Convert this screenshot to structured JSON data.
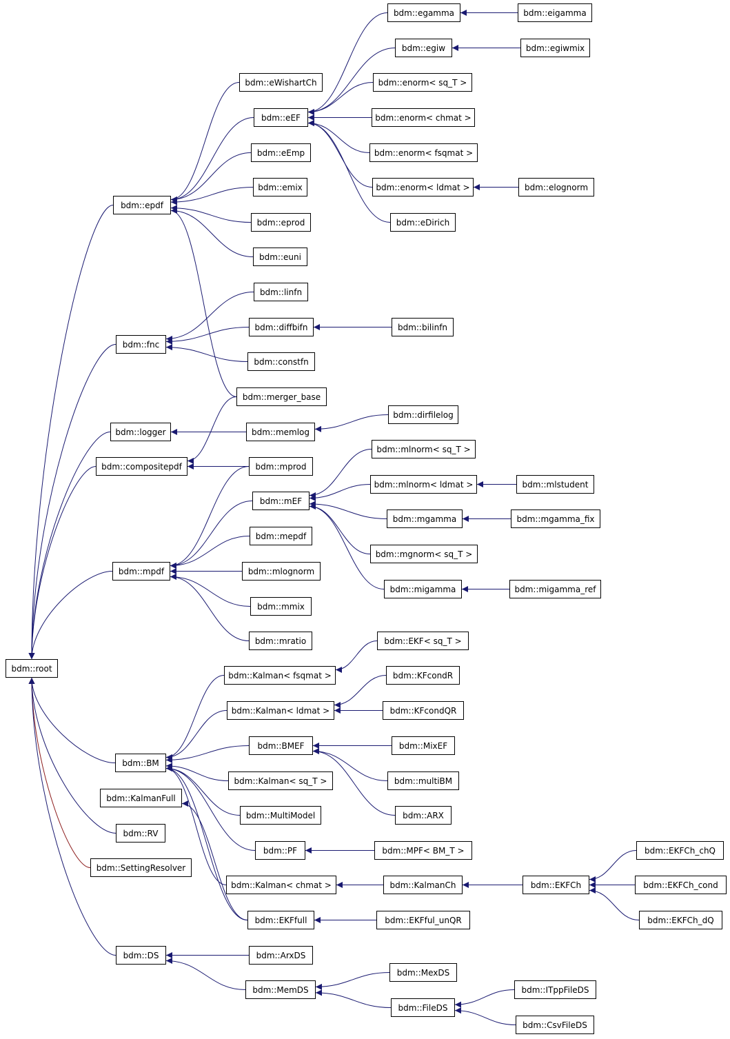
{
  "colors": {
    "edge": "#191970",
    "edge_root_alt": "#8b1a1a",
    "node_border": "#000000",
    "background": "#ffffff"
  },
  "nodes": {
    "root": "bdm::root",
    "epdf": "bdm::epdf",
    "eWishartCh": "bdm::eWishartCh",
    "eEF": "bdm::eEF",
    "eEmp": "bdm::eEmp",
    "emix": "bdm::emix",
    "eprod": "bdm::eprod",
    "euni": "bdm::euni",
    "egamma": "bdm::egamma",
    "eigamma": "bdm::eigamma",
    "egiw": "bdm::egiw",
    "egiwmix": "bdm::egiwmix",
    "enorm_sqT": "bdm::enorm< sq_T >",
    "enorm_chmat": "bdm::enorm< chmat >",
    "enorm_fsqmat": "bdm::enorm< fsqmat >",
    "enorm_ldmat": "bdm::enorm< ldmat >",
    "elognorm": "bdm::elognorm",
    "eDirich": "bdm::eDirich",
    "fnc": "bdm::fnc",
    "linfn": "bdm::linfn",
    "diffbifn": "bdm::diffbifn",
    "bilinfn": "bdm::bilinfn",
    "constfn": "bdm::constfn",
    "merger_base": "bdm::merger_base",
    "logger": "bdm::logger",
    "memlog": "bdm::memlog",
    "dirfilelog": "bdm::dirfilelog",
    "compositepdf": "bdm::compositepdf",
    "mprod": "bdm::mprod",
    "mpdf": "bdm::mpdf",
    "mEF": "bdm::mEF",
    "mlnorm_sqT": "bdm::mlnorm< sq_T >",
    "mlnorm_ldmat": "bdm::mlnorm< ldmat >",
    "mlstudent": "bdm::mlstudent",
    "mgamma": "bdm::mgamma",
    "mgamma_fix": "bdm::mgamma_fix",
    "mgnorm_sqT": "bdm::mgnorm< sq_T >",
    "migamma": "bdm::migamma",
    "migamma_ref": "bdm::migamma_ref",
    "mepdf": "bdm::mepdf",
    "mlognorm": "bdm::mlognorm",
    "mmix": "bdm::mmix",
    "mratio": "bdm::mratio",
    "EKF_sqT": "bdm::EKF< sq_T >",
    "Kalman_fsqmat": "bdm::Kalman< fsqmat >",
    "KFcondR": "bdm::KFcondR",
    "Kalman_ldmat": "bdm::Kalman< ldmat >",
    "KFcondQR": "bdm::KFcondQR",
    "BM": "bdm::BM",
    "BMEF": "bdm::BMEF",
    "MixEF": "bdm::MixEF",
    "multiBM": "bdm::multiBM",
    "ARX": "bdm::ARX",
    "Kalman_sqT": "bdm::Kalman< sq_T >",
    "KalmanFull": "bdm::KalmanFull",
    "MultiModel": "bdm::MultiModel",
    "PF": "bdm::PF",
    "MPF": "bdm::MPF< BM_T >",
    "RV": "bdm::RV",
    "SettingResolver": "bdm::SettingResolver",
    "Kalman_chmat": "bdm::Kalman< chmat >",
    "KalmanCh": "bdm::KalmanCh",
    "EKFCh": "bdm::EKFCh",
    "EKFCh_chQ": "bdm::EKFCh_chQ",
    "EKFCh_cond": "bdm::EKFCh_cond",
    "EKFCh_dQ": "bdm::EKFCh_dQ",
    "EKFfull": "bdm::EKFfull",
    "EKFful_unQR": "bdm::EKFful_unQR",
    "DS": "bdm::DS",
    "ArxDS": "bdm::ArxDS",
    "MemDS": "bdm::MemDS",
    "MexDS": "bdm::MexDS",
    "FileDS": "bdm::FileDS",
    "ITppFileDS": "bdm::ITppFileDS",
    "CsvFileDS": "bdm::CsvFileDS"
  },
  "edges": [
    [
      "epdf",
      "root"
    ],
    [
      "fnc",
      "root"
    ],
    [
      "logger",
      "root"
    ],
    [
      "compositepdf",
      "root"
    ],
    [
      "mpdf",
      "root"
    ],
    [
      "BM",
      "root"
    ],
    [
      "RV",
      "root"
    ],
    [
      "SettingResolver",
      "root",
      "alt"
    ],
    [
      "DS",
      "root"
    ],
    [
      "eWishartCh",
      "epdf"
    ],
    [
      "eEF",
      "epdf"
    ],
    [
      "eEmp",
      "epdf"
    ],
    [
      "emix",
      "epdf"
    ],
    [
      "eprod",
      "epdf"
    ],
    [
      "euni",
      "epdf"
    ],
    [
      "merger_base",
      "epdf"
    ],
    [
      "egamma",
      "eEF"
    ],
    [
      "egiw",
      "eEF"
    ],
    [
      "enorm_sqT",
      "eEF"
    ],
    [
      "enorm_chmat",
      "eEF"
    ],
    [
      "enorm_fsqmat",
      "eEF"
    ],
    [
      "enorm_ldmat",
      "eEF"
    ],
    [
      "eDirich",
      "eEF"
    ],
    [
      "eigamma",
      "egamma"
    ],
    [
      "egiwmix",
      "egiw"
    ],
    [
      "elognorm",
      "enorm_ldmat"
    ],
    [
      "linfn",
      "fnc"
    ],
    [
      "diffbifn",
      "fnc"
    ],
    [
      "constfn",
      "fnc"
    ],
    [
      "bilinfn",
      "diffbifn"
    ],
    [
      "memlog",
      "logger"
    ],
    [
      "dirfilelog",
      "memlog"
    ],
    [
      "merger_base",
      "compositepdf"
    ],
    [
      "mprod",
      "compositepdf"
    ],
    [
      "mEF",
      "mpdf"
    ],
    [
      "mepdf",
      "mpdf"
    ],
    [
      "mlognorm",
      "mpdf"
    ],
    [
      "mmix",
      "mpdf"
    ],
    [
      "mratio",
      "mpdf"
    ],
    [
      "mprod",
      "mpdf"
    ],
    [
      "mlnorm_sqT",
      "mEF"
    ],
    [
      "mlnorm_ldmat",
      "mEF"
    ],
    [
      "mgamma",
      "mEF"
    ],
    [
      "mgnorm_sqT",
      "mEF"
    ],
    [
      "migamma",
      "mEF"
    ],
    [
      "mlstudent",
      "mlnorm_ldmat"
    ],
    [
      "mgamma_fix",
      "mgamma"
    ],
    [
      "migamma_ref",
      "migamma"
    ],
    [
      "Kalman_fsqmat",
      "BM"
    ],
    [
      "Kalman_ldmat",
      "BM"
    ],
    [
      "BMEF",
      "BM"
    ],
    [
      "Kalman_sqT",
      "BM"
    ],
    [
      "MultiModel",
      "BM"
    ],
    [
      "PF",
      "BM"
    ],
    [
      "Kalman_chmat",
      "BM"
    ],
    [
      "EKFfull",
      "BM"
    ],
    [
      "EKF_sqT",
      "Kalman_fsqmat"
    ],
    [
      "KFcondR",
      "Kalman_ldmat"
    ],
    [
      "KFcondQR",
      "Kalman_ldmat"
    ],
    [
      "MixEF",
      "BMEF"
    ],
    [
      "multiBM",
      "BMEF"
    ],
    [
      "ARX",
      "BMEF"
    ],
    [
      "MPF",
      "PF"
    ],
    [
      "EKFfull",
      "KalmanFull"
    ],
    [
      "KalmanCh",
      "Kalman_chmat"
    ],
    [
      "EKFCh",
      "KalmanCh"
    ],
    [
      "EKFCh_chQ",
      "EKFCh"
    ],
    [
      "EKFCh_cond",
      "EKFCh"
    ],
    [
      "EKFCh_dQ",
      "EKFCh"
    ],
    [
      "EKFful_unQR",
      "EKFfull"
    ],
    [
      "ArxDS",
      "DS"
    ],
    [
      "MemDS",
      "DS"
    ],
    [
      "MexDS",
      "MemDS"
    ],
    [
      "FileDS",
      "MemDS"
    ],
    [
      "ITppFileDS",
      "FileDS"
    ],
    [
      "CsvFileDS",
      "FileDS"
    ]
  ]
}
